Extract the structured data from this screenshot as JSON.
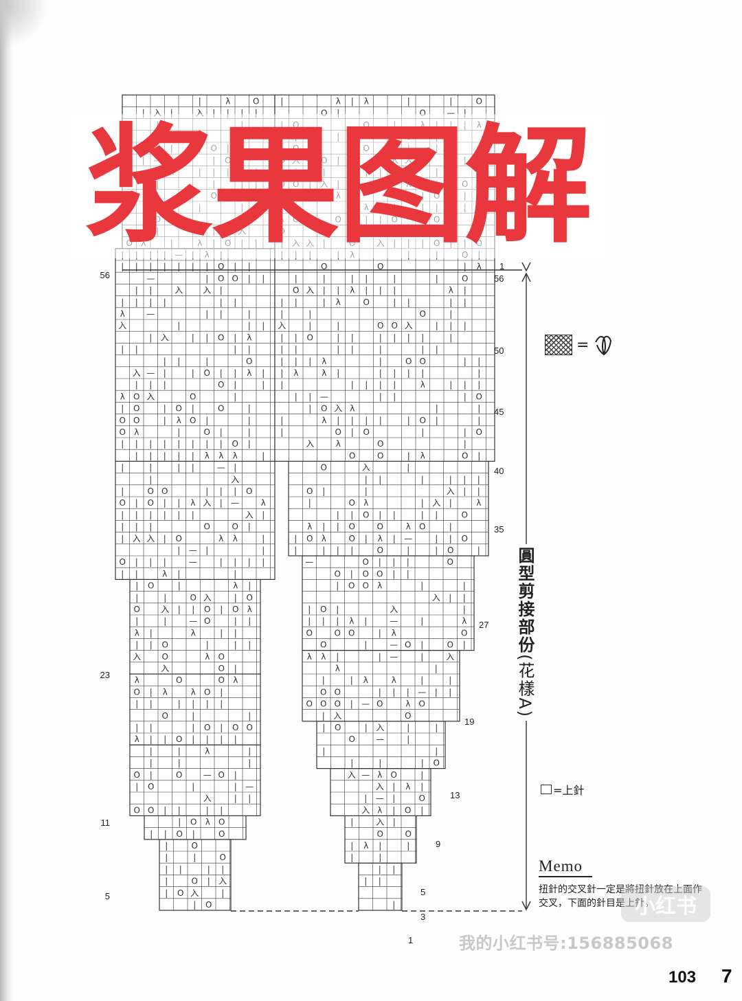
{
  "title": "浆果图解",
  "diagram": {
    "side_label": "圓型剪接部份",
    "side_label_paren": "(花樣A)",
    "left_row_labels": [
      "56",
      "23",
      "11",
      "5"
    ],
    "right_row_labels": [
      "1",
      "56",
      "50",
      "45",
      "40",
      "35",
      "27",
      "19",
      "13",
      "9",
      "5",
      "3",
      "1"
    ]
  },
  "legend": {
    "cross_symbol_equals": "=",
    "purl_text": "=上針"
  },
  "memo": {
    "title": "Memo",
    "text": "扭針的交叉針一定是將扭針放在上面作交叉，下面的針目是上針。"
  },
  "stamp_text": "小红书",
  "watermark": "我的小红书号:156885068",
  "page_number": "103",
  "page_mark": "7",
  "colors": {
    "title_red": "#e8383d",
    "grid_line": "#333333",
    "paper": "#fdfdfd"
  }
}
